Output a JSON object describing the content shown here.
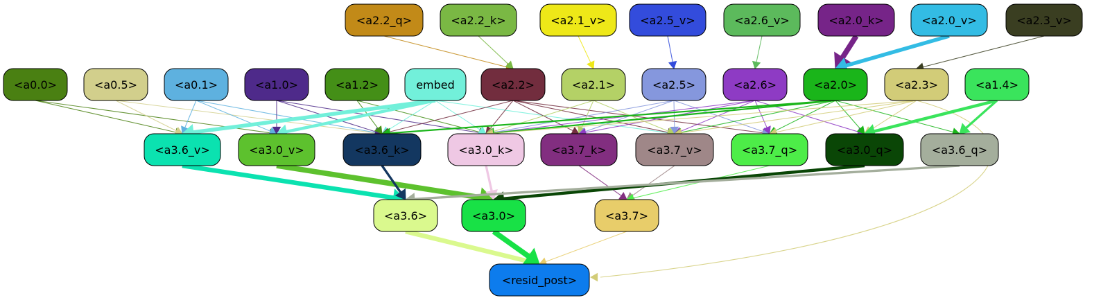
{
  "nodes": [
    {
      "id": "a2_2_q",
      "label": "<a2.2_q>",
      "color": "#c28a18"
    },
    {
      "id": "a2_2_k",
      "label": "<a2.2_k>",
      "color": "#7ab844"
    },
    {
      "id": "a2_1_v",
      "label": "<a2.1_v>",
      "color": "#eee818"
    },
    {
      "id": "a2_5_v",
      "label": "<a2.5_v>",
      "color": "#334cdc"
    },
    {
      "id": "a2_6_v",
      "label": "<a2.6_v>",
      "color": "#5cba5c"
    },
    {
      "id": "a2_0_k",
      "label": "<a2.0_k>",
      "color": "#762488"
    },
    {
      "id": "a2_0_v",
      "label": "<a2.0_v>",
      "color": "#33bce4"
    },
    {
      "id": "a2_3_v",
      "label": "<a2.3_v>",
      "color": "#3a3e21"
    },
    {
      "id": "a0_0",
      "label": "<a0.0>",
      "color": "#4a8012"
    },
    {
      "id": "a0_5",
      "label": "<a0.5>",
      "color": "#d2cf8c"
    },
    {
      "id": "a0_1",
      "label": "<a0.1>",
      "color": "#5eb1df"
    },
    {
      "id": "a1_0",
      "label": "<a1.0>",
      "color": "#4e2a8a"
    },
    {
      "id": "a1_2",
      "label": "<a1.2>",
      "color": "#448f17"
    },
    {
      "id": "embed",
      "label": "embed",
      "color": "#72f0da"
    },
    {
      "id": "a2_2",
      "label": "<a2.2>",
      "color": "#722d3e"
    },
    {
      "id": "a2_1",
      "label": "<a2.1>",
      "color": "#b4d166"
    },
    {
      "id": "a2_5",
      "label": "<a2.5>",
      "color": "#8597dd"
    },
    {
      "id": "a2_6",
      "label": "<a2.6>",
      "color": "#8e3bc4"
    },
    {
      "id": "a2_0",
      "label": "<a2.0>",
      "color": "#1ab51a"
    },
    {
      "id": "a2_3",
      "label": "<a2.3>",
      "color": "#d2cc78"
    },
    {
      "id": "a1_4",
      "label": "<a1.4>",
      "color": "#3ae45c"
    },
    {
      "id": "a3_6_v",
      "label": "<a3.6_v>",
      "color": "#0be2b0"
    },
    {
      "id": "a3_0_v",
      "label": "<a3.0_v>",
      "color": "#5dc12e"
    },
    {
      "id": "a3_6_k",
      "label": "<a3.6_k>",
      "color": "#133760"
    },
    {
      "id": "a3_0_k",
      "label": "<a3.0_k>",
      "color": "#efc8e4"
    },
    {
      "id": "a3_7_k",
      "label": "<a3.7_k>",
      "color": "#822e80"
    },
    {
      "id": "a3_7_v",
      "label": "<a3.7_v>",
      "color": "#9f8788"
    },
    {
      "id": "a3_7_q",
      "label": "<a3.7_q>",
      "color": "#4ded48"
    },
    {
      "id": "a3_0_q",
      "label": "<a3.0_q>",
      "color": "#0a4606"
    },
    {
      "id": "a3_6_q",
      "label": "<a3.6_q>",
      "color": "#a4ae9c"
    },
    {
      "id": "a3_6",
      "label": "<a3.6>",
      "color": "#daf98e"
    },
    {
      "id": "a3_0",
      "label": "<a3.0>",
      "color": "#18e146"
    },
    {
      "id": "a3_7",
      "label": "<a3.7>",
      "color": "#e8cd6a"
    },
    {
      "id": "resid_post",
      "label": "<resid_post>",
      "color": "#0d7ced"
    }
  ],
  "edges": [
    {
      "from": "a2_2_q",
      "to": "a2_2",
      "color": "#c28a18",
      "weight": 1
    },
    {
      "from": "a2_2_k",
      "to": "a2_2",
      "color": "#7ab844",
      "weight": 1
    },
    {
      "from": "a2_1_v",
      "to": "a2_1",
      "color": "#eee818",
      "weight": 1
    },
    {
      "from": "a2_5_v",
      "to": "a2_5",
      "color": "#334cdc",
      "weight": 1
    },
    {
      "from": "a2_6_v",
      "to": "a2_6",
      "color": "#5cba5c",
      "weight": 1
    },
    {
      "from": "a2_0_k",
      "to": "a2_0",
      "color": "#762488",
      "weight": 7
    },
    {
      "from": "a2_0_v",
      "to": "a2_0",
      "color": "#33bce4",
      "weight": 5
    },
    {
      "from": "a2_3_v",
      "to": "a2_3",
      "color": "#3a3e21",
      "weight": 1
    },
    {
      "from": "a0_0",
      "to": "a3_6_v",
      "color": "#4a8012",
      "weight": 1
    },
    {
      "from": "a0_0",
      "to": "a3_0_v",
      "color": "#4a8012",
      "weight": 1
    },
    {
      "from": "a0_5",
      "to": "a3_6_v",
      "color": "#d2cf8c",
      "weight": 1
    },
    {
      "from": "a0_5",
      "to": "a3_6_k",
      "color": "#d2cf8c",
      "weight": 1
    },
    {
      "from": "a0_1",
      "to": "a3_6_v",
      "color": "#5eb1df",
      "weight": 1
    },
    {
      "from": "a0_1",
      "to": "a3_0_v",
      "color": "#5eb1df",
      "weight": 1
    },
    {
      "from": "a0_1",
      "to": "a3_6_k",
      "color": "#5eb1df",
      "weight": 1
    },
    {
      "from": "a1_0",
      "to": "a3_0_v",
      "color": "#4e2a8a",
      "weight": 1
    },
    {
      "from": "a1_0",
      "to": "a3_6_k",
      "color": "#4e2a8a",
      "weight": 1
    },
    {
      "from": "a1_0",
      "to": "a3_0_k",
      "color": "#4e2a8a",
      "weight": 1
    },
    {
      "from": "a1_2",
      "to": "a3_6_k",
      "color": "#448f17",
      "weight": 1
    },
    {
      "from": "a1_2",
      "to": "a3_0_k",
      "color": "#448f17",
      "weight": 1
    },
    {
      "from": "embed",
      "to": "a3_6_v",
      "color": "#72f0da",
      "weight": 5
    },
    {
      "from": "embed",
      "to": "a3_0_v",
      "color": "#72f0da",
      "weight": 4
    },
    {
      "from": "embed",
      "to": "a3_6_k",
      "color": "#72f0da",
      "weight": 1
    },
    {
      "from": "embed",
      "to": "a3_0_k",
      "color": "#72f0da",
      "weight": 1
    },
    {
      "from": "embed",
      "to": "a3_7_v",
      "color": "#72f0da",
      "weight": 1
    },
    {
      "from": "a2_2",
      "to": "a3_6_k",
      "color": "#722d3e",
      "weight": 1
    },
    {
      "from": "a2_2",
      "to": "a3_0_k",
      "color": "#722d3e",
      "weight": 1
    },
    {
      "from": "a2_2",
      "to": "a3_7_k",
      "color": "#722d3e",
      "weight": 1
    },
    {
      "from": "a2_2",
      "to": "a3_7_v",
      "color": "#722d3e",
      "weight": 1
    },
    {
      "from": "a2_2",
      "to": "a3_7_q",
      "color": "#722d3e",
      "weight": 1
    },
    {
      "from": "a2_1",
      "to": "a3_0_k",
      "color": "#b4d166",
      "weight": 1
    },
    {
      "from": "a2_1",
      "to": "a3_7_k",
      "color": "#b4d166",
      "weight": 1
    },
    {
      "from": "a2_1",
      "to": "a3_7_v",
      "color": "#b4d166",
      "weight": 1
    },
    {
      "from": "a2_5",
      "to": "a3_0_k",
      "color": "#8597dd",
      "weight": 1
    },
    {
      "from": "a2_5",
      "to": "a3_7_k",
      "color": "#8597dd",
      "weight": 1
    },
    {
      "from": "a2_5",
      "to": "a3_7_v",
      "color": "#8597dd",
      "weight": 1
    },
    {
      "from": "a2_5",
      "to": "a3_7_q",
      "color": "#8597dd",
      "weight": 1
    },
    {
      "from": "a2_6",
      "to": "a3_0_k",
      "color": "#8e3bc4",
      "weight": 1
    },
    {
      "from": "a2_6",
      "to": "a3_7_k",
      "color": "#8e3bc4",
      "weight": 1
    },
    {
      "from": "a2_6",
      "to": "a3_7_v",
      "color": "#8e3bc4",
      "weight": 1
    },
    {
      "from": "a2_6",
      "to": "a3_7_q",
      "color": "#8e3bc4",
      "weight": 1
    },
    {
      "from": "a2_6",
      "to": "a3_0_q",
      "color": "#8e3bc4",
      "weight": 1
    },
    {
      "from": "a2_0",
      "to": "a3_6_k",
      "color": "#1ab51a",
      "weight": 2
    },
    {
      "from": "a2_0",
      "to": "a3_0_k",
      "color": "#1ab51a",
      "weight": 2
    },
    {
      "from": "a2_0",
      "to": "a3_7_v",
      "color": "#1ab51a",
      "weight": 1
    },
    {
      "from": "a2_0",
      "to": "a3_7_q",
      "color": "#1ab51a",
      "weight": 1
    },
    {
      "from": "a2_0",
      "to": "a3_0_q",
      "color": "#1ab51a",
      "weight": 1
    },
    {
      "from": "a2_0",
      "to": "a3_6_q",
      "color": "#1ab51a",
      "weight": 1
    },
    {
      "from": "a2_3",
      "to": "a3_0_k",
      "color": "#d2cc78",
      "weight": 1
    },
    {
      "from": "a2_3",
      "to": "a3_7_v",
      "color": "#d2cc78",
      "weight": 1
    },
    {
      "from": "a2_3",
      "to": "a3_7_q",
      "color": "#d2cc78",
      "weight": 1
    },
    {
      "from": "a2_3",
      "to": "a3_0_q",
      "color": "#d2cc78",
      "weight": 1
    },
    {
      "from": "a2_3",
      "to": "resid_post",
      "color": "#d2cc78",
      "weight": 1,
      "curve": "right"
    },
    {
      "from": "a1_4",
      "to": "a3_0_q",
      "color": "#3ae45c",
      "weight": 4
    },
    {
      "from": "a1_4",
      "to": "a3_6_q",
      "color": "#3ae45c",
      "weight": 3
    },
    {
      "from": "a3_6_v",
      "to": "a3_6",
      "color": "#0be2b0",
      "weight": 6
    },
    {
      "from": "a3_0_v",
      "to": "a3_0",
      "color": "#5dc12e",
      "weight": 7
    },
    {
      "from": "a3_6_k",
      "to": "a3_6",
      "color": "#133760",
      "weight": 3
    },
    {
      "from": "a3_0_k",
      "to": "a3_0",
      "color": "#efc8e4",
      "weight": 3
    },
    {
      "from": "a3_7_k",
      "to": "a3_7",
      "color": "#822e80",
      "weight": 1
    },
    {
      "from": "a3_7_v",
      "to": "a3_7",
      "color": "#9f8788",
      "weight": 1
    },
    {
      "from": "a3_7_q",
      "to": "a3_7",
      "color": "#4ded48",
      "weight": 1
    },
    {
      "from": "a3_0_q",
      "to": "a3_0",
      "color": "#0a4606",
      "weight": 4
    },
    {
      "from": "a3_6_q",
      "to": "a3_6",
      "color": "#a4ae9c",
      "weight": 3
    },
    {
      "from": "a3_6",
      "to": "resid_post",
      "color": "#daf98e",
      "weight": 6
    },
    {
      "from": "a3_0",
      "to": "resid_post",
      "color": "#18e146",
      "weight": 7
    },
    {
      "from": "a3_7",
      "to": "resid_post",
      "color": "#e8cd6a",
      "weight": 1
    }
  ]
}
